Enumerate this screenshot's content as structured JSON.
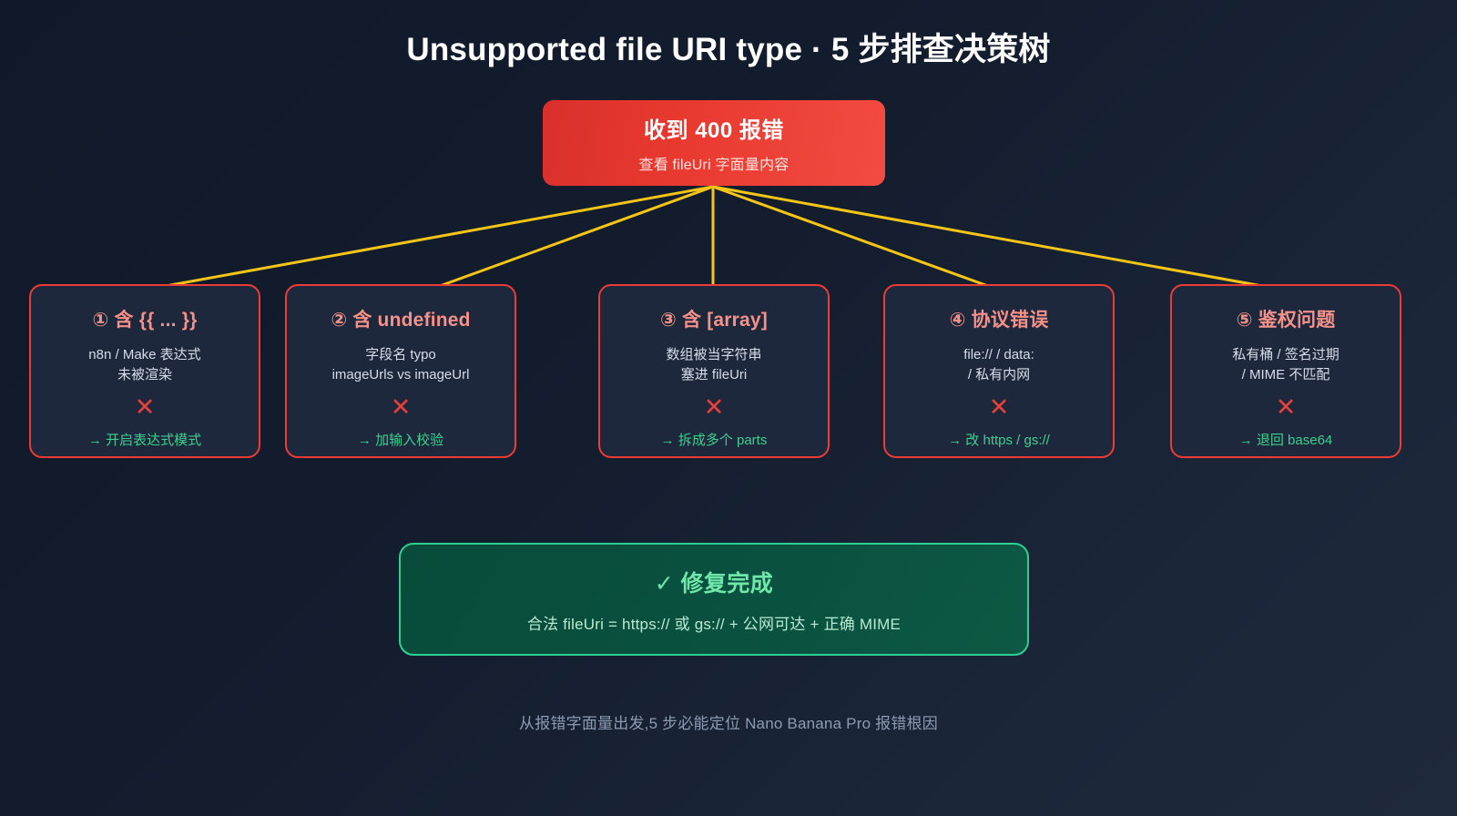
{
  "page": {
    "title": "Unsupported file URI type · 5 步排查决策树",
    "footer": "从报错字面量出发,5 步必能定位 Nano Banana Pro 报错根因",
    "background_color": "#131c2e"
  },
  "root_node": {
    "title": "收到 400 报错",
    "subtitle": "查看 fileUri 字面量内容",
    "color": "#e8392f"
  },
  "connectors": {
    "color": "#f5c518",
    "width": 3
  },
  "branches": [
    {
      "title": "① 含 {{ ... }}",
      "desc": "n8n / Make 表达式\n未被渲染",
      "mark": "✕",
      "fix": "→ 开启表达式模式",
      "border_color": "#ef3b35",
      "title_color": "#f69189",
      "fix_color": "#3ecf8e"
    },
    {
      "title": "② 含 undefined",
      "desc": "字段名 typo\nimageUrls vs imageUrl",
      "mark": "✕",
      "fix": "→ 加输入校验",
      "border_color": "#ef3b35",
      "title_color": "#f69189",
      "fix_color": "#3ecf8e"
    },
    {
      "title": "③ 含 [array]",
      "desc": "数组被当字符串\n塞进 fileUri",
      "mark": "✕",
      "fix": "→ 拆成多个 parts",
      "border_color": "#ef3b35",
      "title_color": "#f69189",
      "fix_color": "#3ecf8e"
    },
    {
      "title": "④ 协议错误",
      "desc": "file:// / data:\n/ 私有内网",
      "mark": "✕",
      "fix": "→ 改 https / gs://",
      "border_color": "#ef3b35",
      "title_color": "#f69189",
      "fix_color": "#3ecf8e"
    },
    {
      "title": "⑤ 鉴权问题",
      "desc": "私有桶 / 签名过期\n/ MIME 不匹配",
      "mark": "✕",
      "fix": "→ 退回 base64",
      "border_color": "#ef3b35",
      "title_color": "#f69189",
      "fix_color": "#3ecf8e"
    }
  ],
  "success_node": {
    "title": "✓ 修复完成",
    "subtitle": "合法 fileUri = https:// 或 gs:// + 公网可达 + 正确 MIME",
    "border_color": "#2ecf92",
    "title_color": "#6ee7a8"
  }
}
